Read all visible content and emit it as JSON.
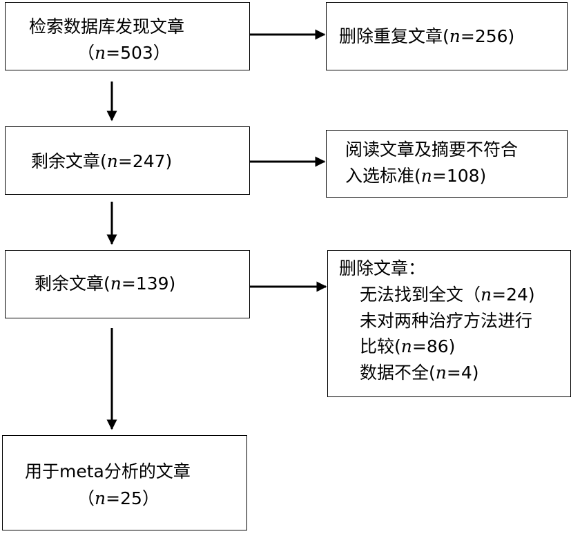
{
  "boxes": {
    "search": {
      "line1": "检索数据库发现文章",
      "line2_pre": "（",
      "n_var": "n",
      "line2_post": "=503）"
    },
    "duplicates": {
      "pre": "删除重复文章(",
      "n_var": "n",
      "post": "=256)"
    },
    "remaining1": {
      "pre": "剩余文章(",
      "n_var": "n",
      "post": "=247)"
    },
    "abstract_excluded": {
      "line1": "阅读文章及摘要不符合",
      "line2_pre": "入选标准(",
      "n_var": "n",
      "line2_post": "=108)"
    },
    "remaining2": {
      "pre": "剩余文章(",
      "n_var": "n",
      "post": "=139)"
    },
    "excluded": {
      "heading": "删除文章：",
      "item1_pre": "无法找到全文（",
      "item1_var": "n",
      "item1_post": "=24)",
      "item2_line1": "未对两种治疗方法进行",
      "item2_pre": "比较(",
      "item2_var": "n",
      "item2_post": "=86)",
      "item3_pre": "数据不全(",
      "item3_var": "n",
      "item3_post": "=4)"
    },
    "final": {
      "line1": "用于meta分析的文章",
      "line2_pre": "（",
      "n_var": "n",
      "line2_post": "=25）"
    }
  }
}
